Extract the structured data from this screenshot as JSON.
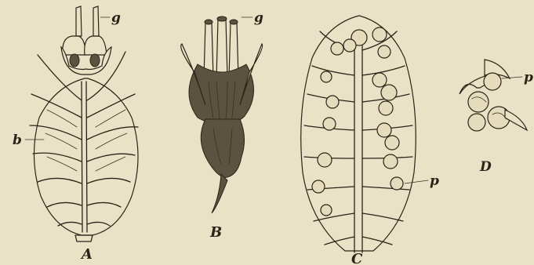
{
  "figure": {
    "labels": {
      "A": "A",
      "B": "B",
      "C": "C",
      "D": "D"
    },
    "callouts": {
      "g_A": "g",
      "g_B": "g",
      "b_A": "b",
      "p_C": "p",
      "p_D": "p"
    }
  }
}
